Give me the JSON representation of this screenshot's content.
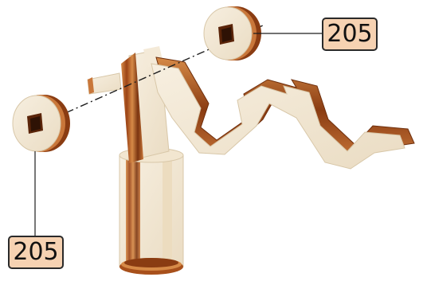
{
  "callouts": [
    {
      "id": "top-right",
      "label": "205"
    },
    {
      "id": "bottom-left",
      "label": "205"
    }
  ],
  "colors": {
    "birch_face": "#f4ead8",
    "birch_shadow": "#e4d6bc",
    "laminate_dark": "#7a3410",
    "laminate_mid": "#b0561e",
    "laminate_light": "#d68a47",
    "callout_fill": "#f6d2b2",
    "line": "#1e1e1e"
  },
  "parts": [
    {
      "name": "arm-piece",
      "icon": "wooden-arm-icon"
    },
    {
      "name": "base-cylinder",
      "icon": "wooden-base-icon"
    },
    {
      "name": "washer",
      "icon": "round-washer-icon",
      "count": 2
    }
  ]
}
